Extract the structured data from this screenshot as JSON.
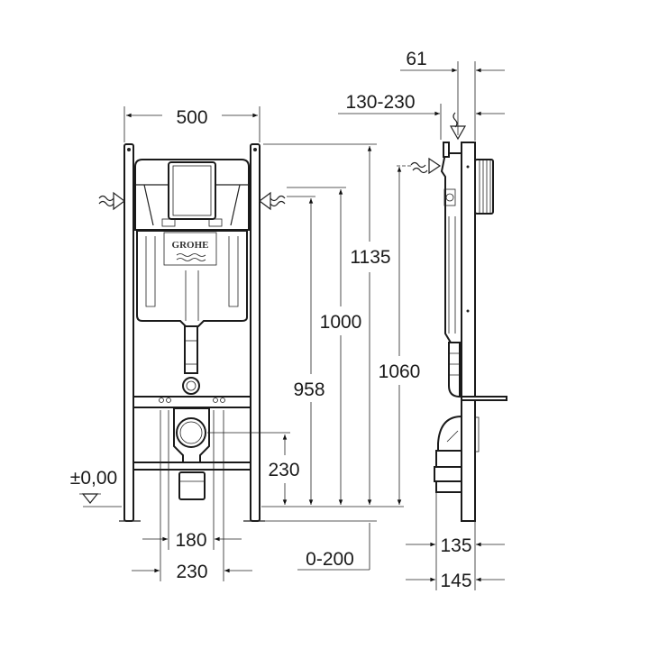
{
  "drawing": {
    "brand_logo": "GROHE",
    "front_view": {
      "width_label": "500",
      "height_total_label": "1135",
      "height_1000_label": "1000",
      "height_958_label": "958",
      "height_1060_label": "1060",
      "outlet_height_label": "230",
      "level_label": "±0,00",
      "bolt_spacing_label": "180",
      "outlet_width_label": "230",
      "foot_adjust_label": "0-200"
    },
    "side_view": {
      "depth_61_label": "61",
      "depth_range_label": "130-230",
      "depth_135_label": "135",
      "depth_145_label": "145"
    }
  }
}
